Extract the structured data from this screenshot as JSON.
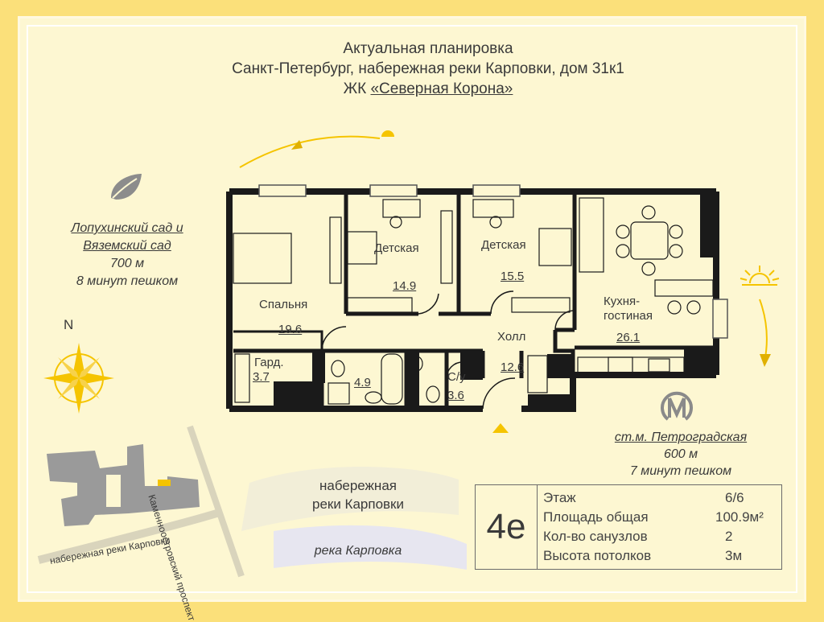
{
  "header": {
    "line1": "Актуальная планировка",
    "line2": "Санкт-Петербург, набережная реки Карповки, дом 31к1",
    "line3_prefix": "ЖК ",
    "line3_link": "«Северная Корона»"
  },
  "rooms": {
    "bedroom": {
      "name": "Спальня",
      "area": "19.6"
    },
    "kids1": {
      "name": "Детская",
      "area": "14.9"
    },
    "kids2": {
      "name": "Детская",
      "area": "15.5"
    },
    "kitchen": {
      "name1": "Кухня-",
      "name2": "гостиная",
      "area": "26.1"
    },
    "hall": {
      "name": "Холл",
      "area": "12.6"
    },
    "wardrobe": {
      "name": "Гард.",
      "area": "3.7"
    },
    "bath": {
      "area": "4.9"
    },
    "wc": {
      "name": "С/у",
      "area": "3.6"
    }
  },
  "park": {
    "line1": "Лопухинский сад и",
    "line2": "Вяземский сад",
    "distance": "700 м",
    "walk": "8 минут пешком"
  },
  "metro": {
    "name": "ст.м. Петроградская",
    "distance": "600 м",
    "walk": "7 минут пешком"
  },
  "compass": {
    "north": "N"
  },
  "map": {
    "street_vertical": "Каменноостровский проспект",
    "street_bottom": "набережная реки Карповки",
    "embankment_line1": "набережная",
    "embankment_line2": "реки Карповки",
    "river": "река Карповка"
  },
  "info": {
    "unit": "4е",
    "rows": [
      {
        "label": "Этаж",
        "value": "6/6"
      },
      {
        "label": "Площадь общая",
        "value": "100.9м²"
      },
      {
        "label": "Кол-во санузлов",
        "value": "2"
      },
      {
        "label": "Высота потолков",
        "value": "3м"
      }
    ]
  },
  "colors": {
    "frame": "#fbe07a",
    "card": "#fdf7d2",
    "accent": "#f5c400",
    "walls": "#1a1a1a",
    "text": "#3a3a3a"
  },
  "icons": [
    "leaf-icon",
    "sun-icon",
    "compass-rose-icon",
    "metro-logo-icon",
    "direction-arrow-icon"
  ]
}
